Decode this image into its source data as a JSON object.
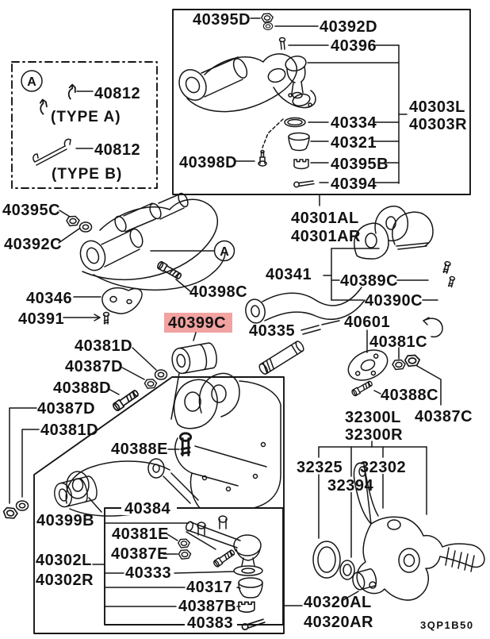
{
  "diagram": {
    "type": "parts-exploded-diagram",
    "subject": "front suspension upper/lower control arms, ball joints and knuckle",
    "drawing_code": "3QP1B50",
    "highlighted_part": "40399C",
    "detail_callout_letter": "A",
    "colors": {
      "line": "#161616",
      "highlight_bg": "#f2a2a0",
      "background": "#ffffff",
      "text": "#121212"
    }
  },
  "labels": {
    "t40395D": "40395D",
    "t40392D": "40392D",
    "t40396": "40396",
    "t40303L": "40303L",
    "t40303R": "40303R",
    "t40334": "40334",
    "t40321": "40321",
    "t40395B": "40395B",
    "t40394": "40394",
    "t40398D": "40398D",
    "t40301AL": "40301AL",
    "t40301AR": "40301AR",
    "tA1": "A",
    "tA2": "A",
    "t40812a": "40812",
    "tTypeA": "(TYPE A)",
    "t40812b": "40812",
    "tTypeB": "(TYPE B)",
    "t40395C": "40395C",
    "t40392C": "40392C",
    "t40398C": "40398C",
    "t40346": "40346",
    "t40391": "40391",
    "t40399C": "40399C",
    "t40381Da": "40381D",
    "t40387Da": "40387D",
    "t40388D": "40388D",
    "t40387Db": "40387D",
    "t40381Db": "40381D",
    "t40341": "40341",
    "t40389C": "40389C",
    "t40390C": "40390C",
    "t40335": "40335",
    "t40601": "40601",
    "t40381C": "40381C",
    "t40388C": "40388C",
    "t40387C": "40387C",
    "t32300L": "32300L",
    "t32300R": "32300R",
    "t32325": "32325",
    "t32302": "32302",
    "t32394": "32394",
    "t40388E": "40388E",
    "t40384": "40384",
    "t40399B": "40399B",
    "t40302L": "40302L",
    "t40302R": "40302R",
    "t40381E": "40381E",
    "t40387E": "40387E",
    "t40333": "40333",
    "t40317": "40317",
    "t40387B": "40387B",
    "t40383": "40383",
    "t40320AL": "40320AL",
    "t40320AR": "40320AR",
    "tCode": "3QP1B50"
  }
}
